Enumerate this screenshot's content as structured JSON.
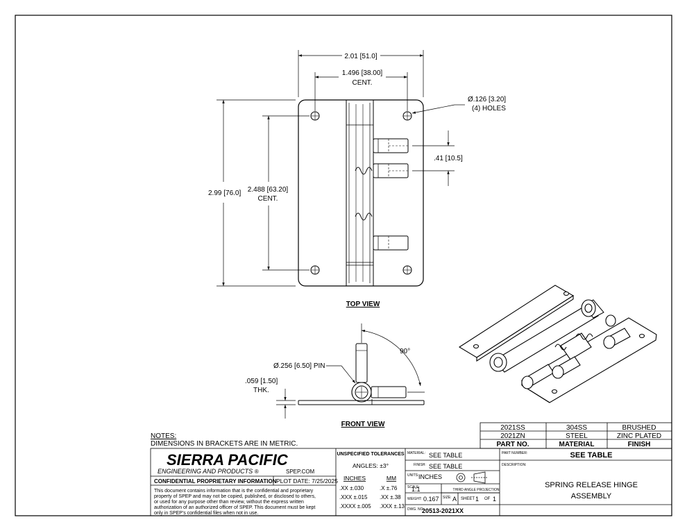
{
  "views": {
    "top_view_label": "TOP VIEW",
    "front_view_label": "FRONT VIEW"
  },
  "dimensions": {
    "overall_width": "2.01",
    "overall_width_mm": "51.0",
    "hole_centers_width": "1.496",
    "hole_centers_width_mm": "38.00",
    "cent_label": "CENT.",
    "hole_dia": "Ø.126",
    "hole_dia_mm": "3.20",
    "hole_count": "(4) HOLES",
    "pin_spacing": ".41",
    "pin_spacing_mm": "10.5",
    "overall_height": "2.99",
    "overall_height_mm": "76.0",
    "hole_centers_height": "2.488",
    "hole_centers_height_mm": "63.20",
    "pin_dia": "Ø.256",
    "pin_dia_mm": "6.50",
    "pin_label": "PIN",
    "thickness": ".059",
    "thickness_mm": "1.50",
    "thk_label": "THK.",
    "angle": "90°"
  },
  "notes": {
    "heading": "NOTES:",
    "line1": "DIMENSIONS IN BRACKETS ARE IN METRIC."
  },
  "variants_table": {
    "rows": [
      {
        "part": "2021SS",
        "material": "304SS",
        "finish": "BRUSHED"
      },
      {
        "part": "2021ZN",
        "material": "STEEL",
        "finish": "ZINC PLATED"
      }
    ],
    "headers": {
      "part": "PART NO.",
      "material": "MATERIAL",
      "finish": "FINISH"
    }
  },
  "title_block": {
    "company_name": "SIERRA PACIFIC",
    "company_sub": "ENGINEERING AND PRODUCTS",
    "company_reg": "®",
    "website": "SPEP.COM",
    "confidential_title": "CONFIDENTIAL PROPRIETARY INFORMATION",
    "plot_date": "PLOT DATE:  7/25/2025",
    "confidential_l1": "This document contains information that is the confidential and proprietary",
    "confidential_l2": "property of SPEP and may not be copied, published, or disclosed to others,",
    "confidential_l3": "or used for any purpose  other than review, without the express written",
    "confidential_l4": "authorization of an authorized officer of SPEP. This document must be kept",
    "confidential_l5": "only in SPEP's confidential files when not in use.",
    "tolerances_title": "UNSPECIFIED TOLERANCES",
    "angles": "ANGLES: ±3°",
    "inches_label": "INCHES",
    "mm_label": "MM",
    "tol_in_1": ".XX    ±.030",
    "tol_in_2": ".XXX   ±.015",
    "tol_in_3": ".XXXX ±.005",
    "tol_mm_1": ".X      ±.76",
    "tol_mm_2": ".XX    ±.38",
    "tol_mm_3": ".XXX ±.13",
    "material_label": "MATERIAL:",
    "material_value": "SEE TABLE",
    "finish_label": "FINISH:",
    "finish_value": "SEE TABLE",
    "units_label": "UNITS:",
    "units_value": "INCHES",
    "projection": "THIRD ANGLE PROJECTION",
    "scale_label": "SCALE:",
    "scale_value": "1:1",
    "weight_label": "WEIGHT:",
    "weight_value": "0.167",
    "size_label": "SIZE:",
    "size_value": "A",
    "sheet_label": "SHEET",
    "sheet_num": "1",
    "of_label": "OF",
    "sheet_total": "1",
    "dwg_label": "DWG. NO.",
    "dwg_value": "20513-2021XX",
    "part_number_label": "PART NUMBER:",
    "part_number_value": "SEE TABLE",
    "description_label": "DESCRIPTION:",
    "description_l1": "SPRING RELEASE HINGE",
    "description_l2": "ASSEMBLY"
  }
}
